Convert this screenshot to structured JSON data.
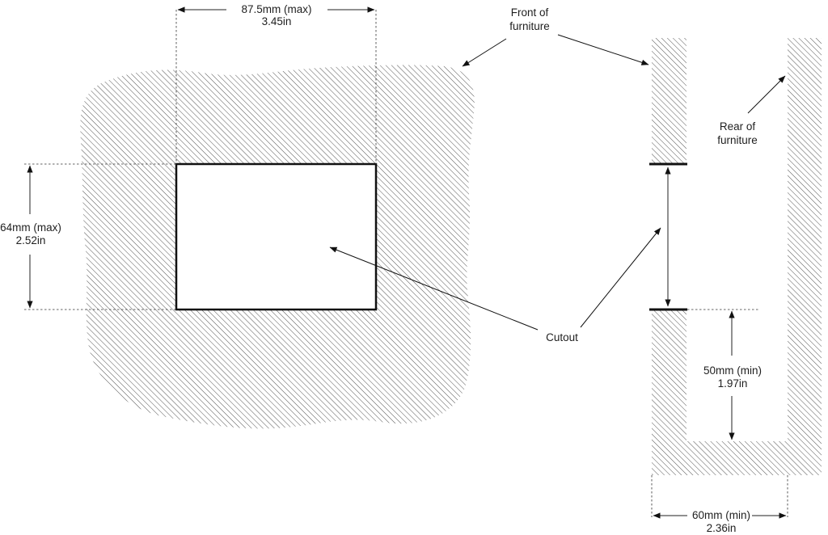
{
  "labels": {
    "width_mm": "87.5mm (max)",
    "width_in": "3.45in",
    "height_mm": "64mm (max)",
    "height_in": "2.52in",
    "front": [
      "Front of",
      "furniture"
    ],
    "rear": [
      "Rear of",
      "furniture"
    ],
    "cutout": "Cutout",
    "depth_mm": "50mm (min)",
    "depth_in": "1.97in",
    "clear_mm": "60mm (min)",
    "clear_in": "2.36in"
  },
  "colors": {
    "hatch": "#555555",
    "line": "#111111",
    "text": "#1f1f1f"
  }
}
